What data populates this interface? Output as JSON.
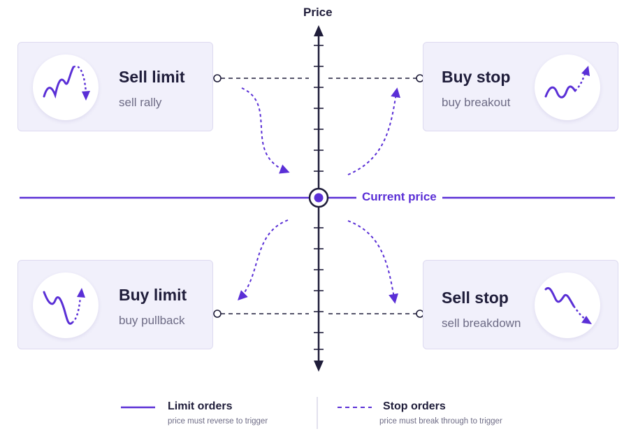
{
  "axis": {
    "label": "Price"
  },
  "current_price": {
    "label": "Current price"
  },
  "cards": {
    "sell_limit": {
      "title": "Sell limit",
      "subtitle": "sell rally"
    },
    "buy_stop": {
      "title": "Buy stop",
      "subtitle": "buy breakout"
    },
    "buy_limit": {
      "title": "Buy limit",
      "subtitle": "buy pullback"
    },
    "sell_stop": {
      "title": "Sell stop",
      "subtitle": "sell breakdown"
    }
  },
  "legend": {
    "limit": {
      "title": "Limit orders",
      "desc": "price must reverse to trigger"
    },
    "stop": {
      "title": "Stop orders",
      "desc": "price must break through to trigger"
    }
  },
  "colors": {
    "accent": "#5a2fd6",
    "axis": "#1f1d3a",
    "card_bg": "#f1f0fb"
  }
}
